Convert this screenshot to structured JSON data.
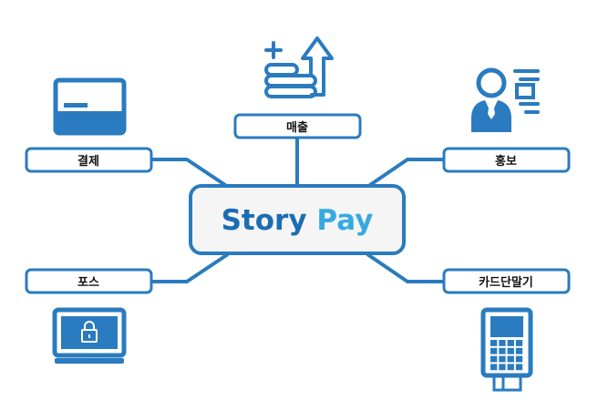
{
  "center": {
    "word1": "Story",
    "word2": "Pay"
  },
  "nodes": {
    "sales": "매출",
    "payment": "결제",
    "promotion": "홍보",
    "pos": "포스",
    "card_terminal": "카드단말기"
  },
  "icons": [
    "coins-arrow-icon",
    "card-icon",
    "person-icon",
    "monitor-lock-icon",
    "card-terminal-icon"
  ],
  "colors": {
    "line": "#2a7bbf",
    "story": "#1a6db3",
    "pay": "#35a9e0",
    "center_bg": "#f5f5f5"
  }
}
